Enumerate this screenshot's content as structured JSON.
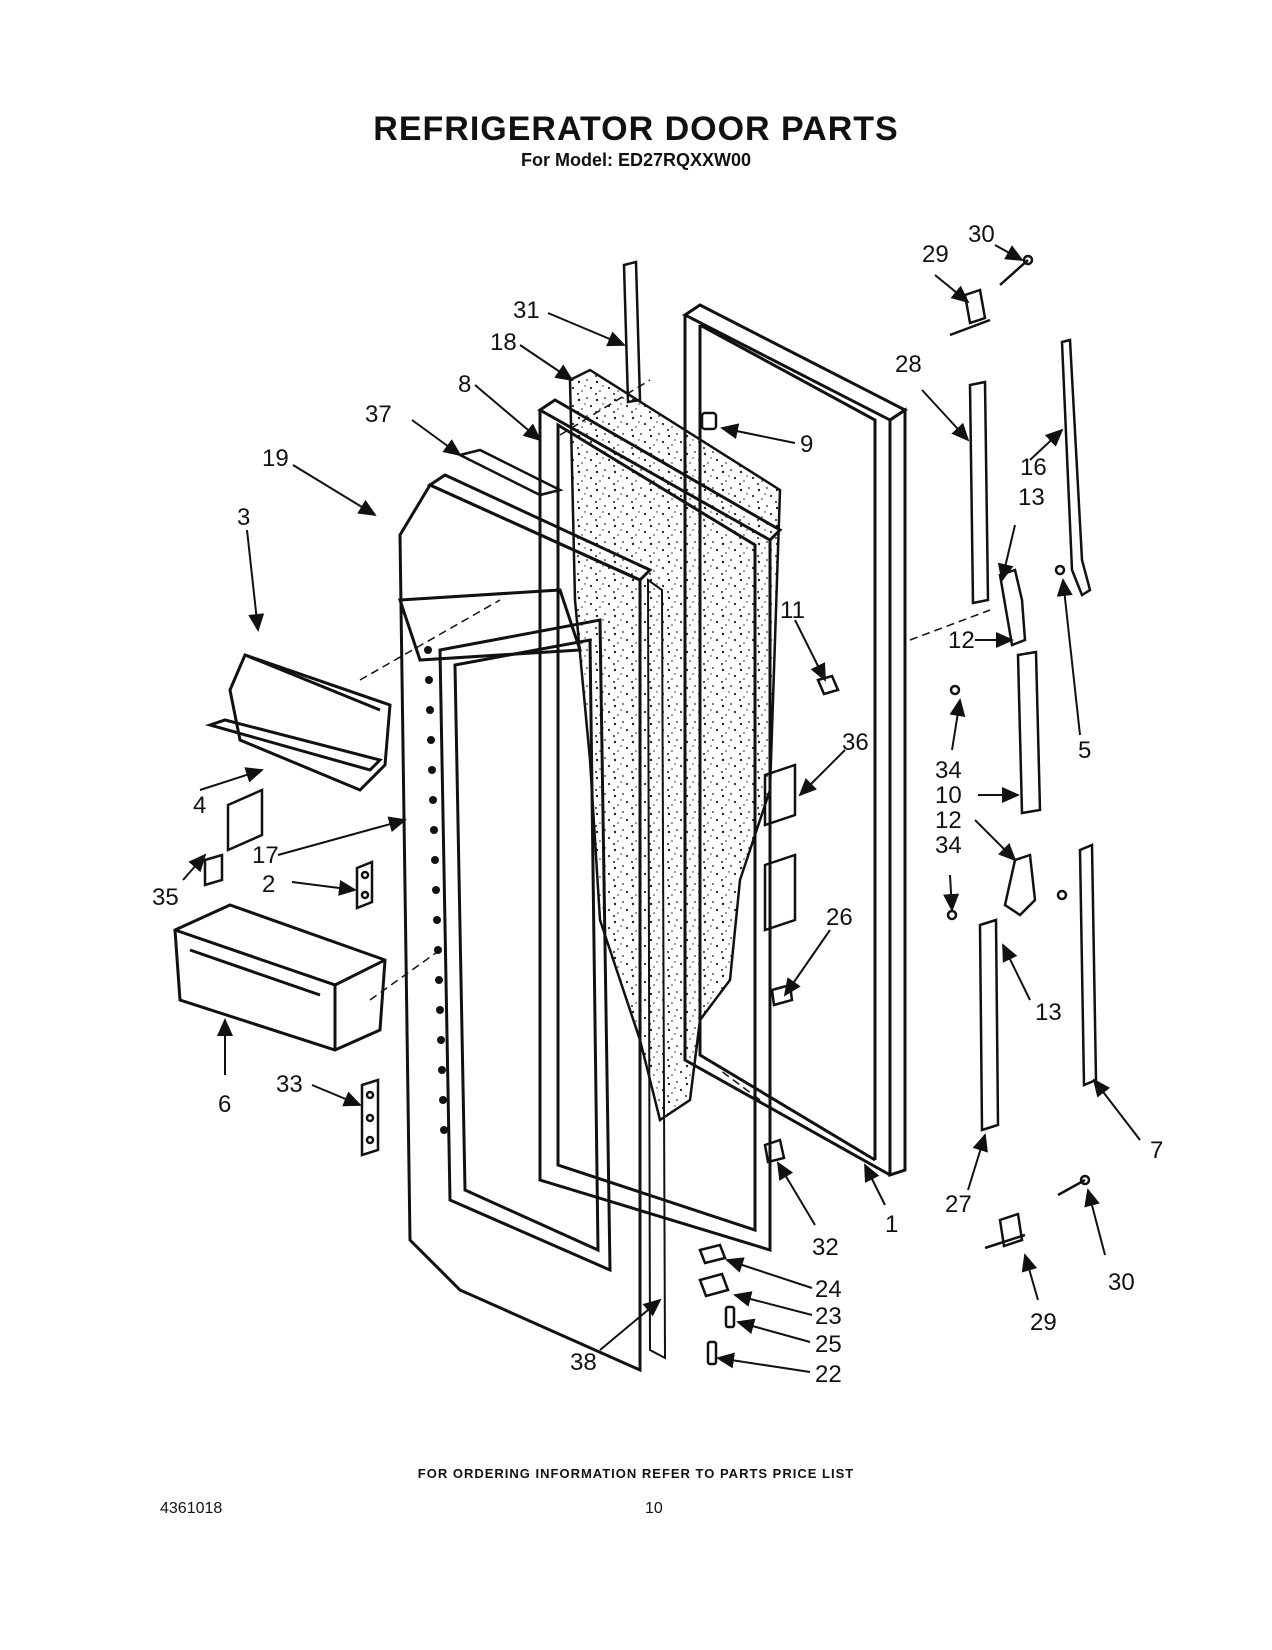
{
  "header": {
    "title": "REFRIGERATOR DOOR PARTS",
    "subtitle": "For Model: ED27RQXXW00"
  },
  "callouts": [
    "31",
    "18",
    "8",
    "37",
    "19",
    "3",
    "4",
    "35",
    "17",
    "2",
    "6",
    "33",
    "38",
    "9",
    "11",
    "36",
    "26",
    "32",
    "1",
    "24",
    "23",
    "25",
    "22",
    "29",
    "30",
    "28",
    "16",
    "13",
    "12",
    "34",
    "10",
    "5",
    "27",
    "7"
  ],
  "footer": {
    "ordering_note": "FOR ORDERING INFORMATION REFER TO PARTS PRICE LIST",
    "document_number": "4361018",
    "page_number": "10"
  }
}
